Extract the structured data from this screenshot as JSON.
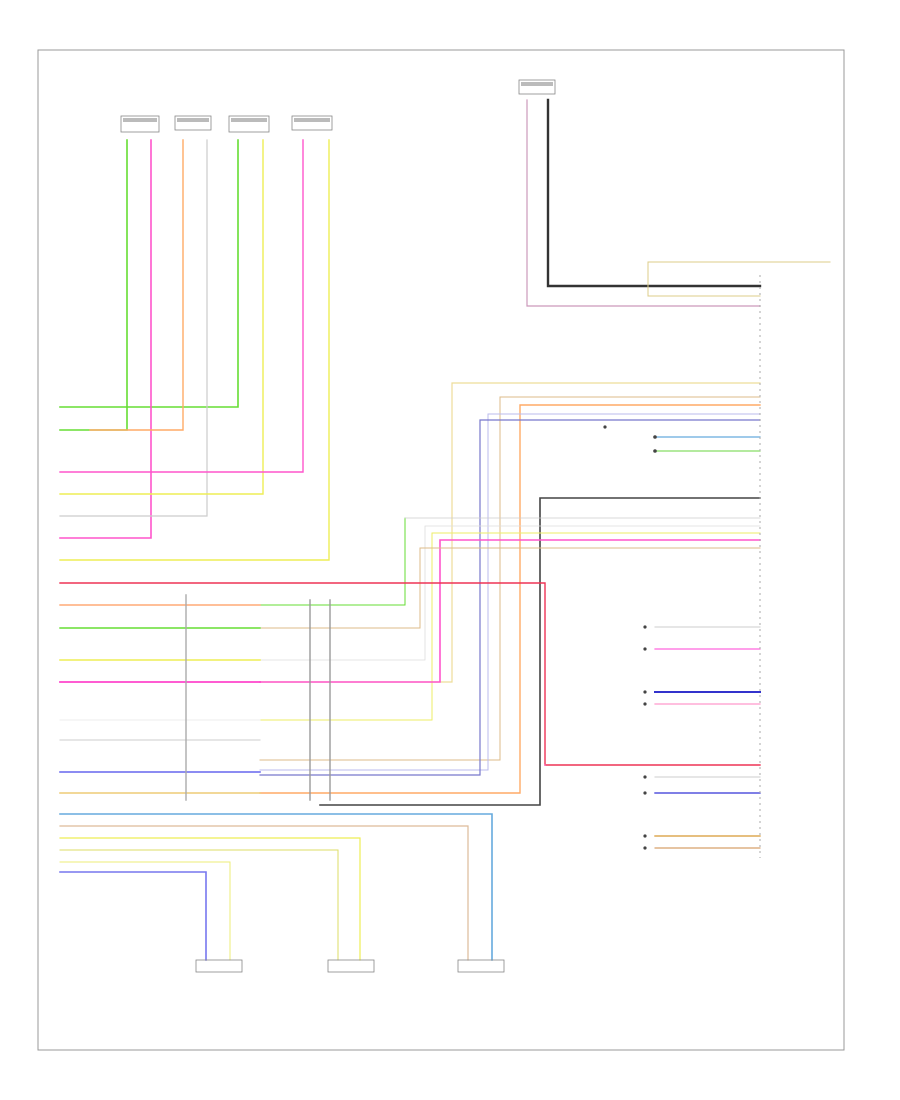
{
  "diagram": {
    "footer_code": "",
    "top_connectors": [
      {
        "id": "c1",
        "label": ""
      },
      {
        "id": "c2",
        "label": ""
      },
      {
        "id": "c3",
        "label": ""
      },
      {
        "id": "c4",
        "label": ""
      },
      {
        "id": "c5",
        "label": ""
      }
    ],
    "left_pins": [],
    "right_pins": [],
    "bottom_labels": [
      {
        "id": "b1",
        "label": ""
      },
      {
        "id": "b2",
        "label": ""
      },
      {
        "id": "b3",
        "label": ""
      }
    ],
    "module_label": "",
    "colors": {
      "green": "#66dd33",
      "orange": "#ffaa66",
      "pink": "#ff55cc",
      "yellow": "#eeee55",
      "red": "#ee3355",
      "blue": "#5555ee",
      "lightblue": "#66aadd",
      "tan": "#ddbb88",
      "gray": "#aaaaaa",
      "dark": "#333333",
      "violet": "#aa66dd"
    }
  }
}
